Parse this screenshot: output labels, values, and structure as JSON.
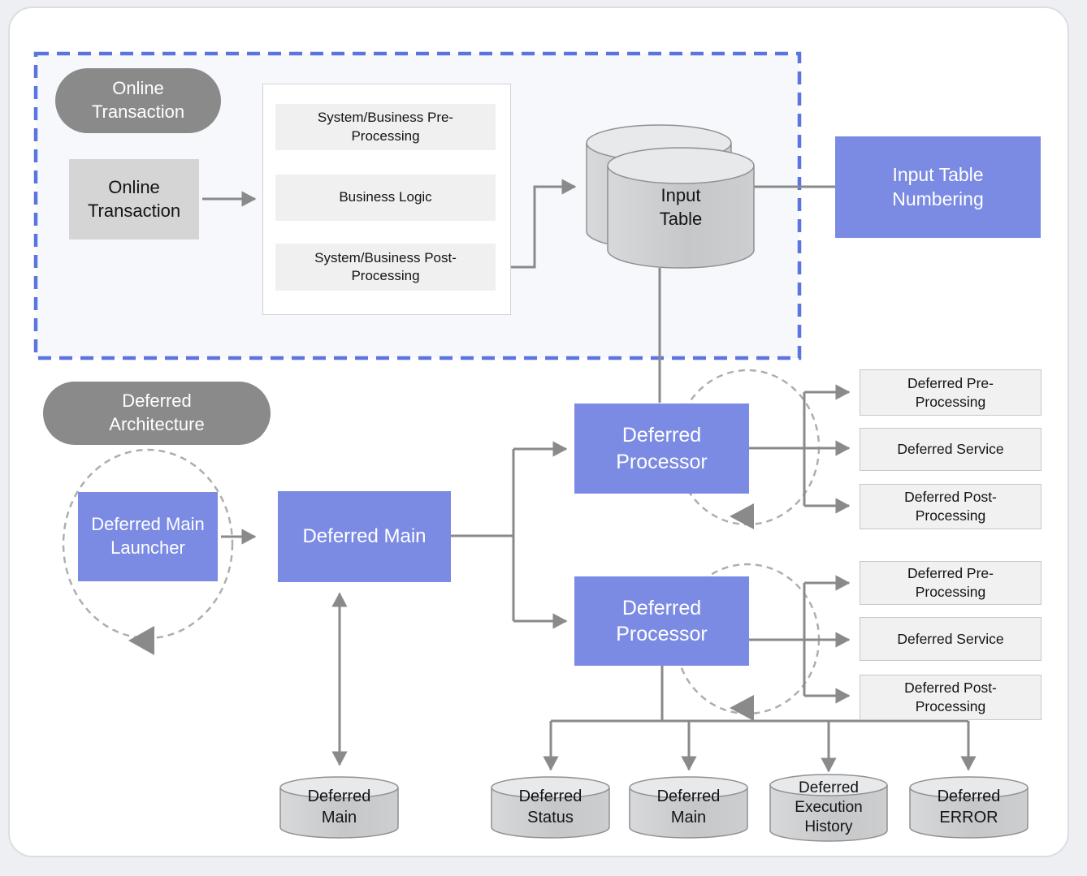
{
  "colors": {
    "accent_blue": "#7b8be4",
    "dashed_border_blue": "#5b74e0",
    "pill_gray": "#8a8a8a",
    "connector_gray": "#8a8a8a",
    "cylinder_gray": "#c9cacb"
  },
  "online_flow": {
    "section_label": "Online\nTransaction",
    "source_box": "Online\nTransaction",
    "pipeline": {
      "pre": "System/Business Pre-\nProcessing",
      "logic": "Business Logic",
      "post": "System/Business Post-\nProcessing"
    },
    "datastore": "Input\nTable",
    "numbering": "Input Table\nNumbering"
  },
  "deferred_flow": {
    "section_label": "Deferred\nArchitecture",
    "launcher": "Deferred Main\nLauncher",
    "main": "Deferred Main",
    "processor_top": "Deferred\nProcessor",
    "processor_bottom": "Deferred\nProcessor",
    "steps_top": {
      "pre": "Deferred Pre-\nProcessing",
      "service": "Deferred Service",
      "post": "Deferred Post-\nProcessing"
    },
    "steps_bottom": {
      "pre": "Deferred Pre-\nProcessing",
      "service": "Deferred Service",
      "post": "Deferred Post-\nProcessing"
    },
    "stores": {
      "main_left": "Deferred\nMain",
      "status": "Deferred\nStatus",
      "main_mid": "Deferred\nMain",
      "history": "Deferred\nExecution\nHistory",
      "error": "Deferred\nERROR"
    }
  }
}
